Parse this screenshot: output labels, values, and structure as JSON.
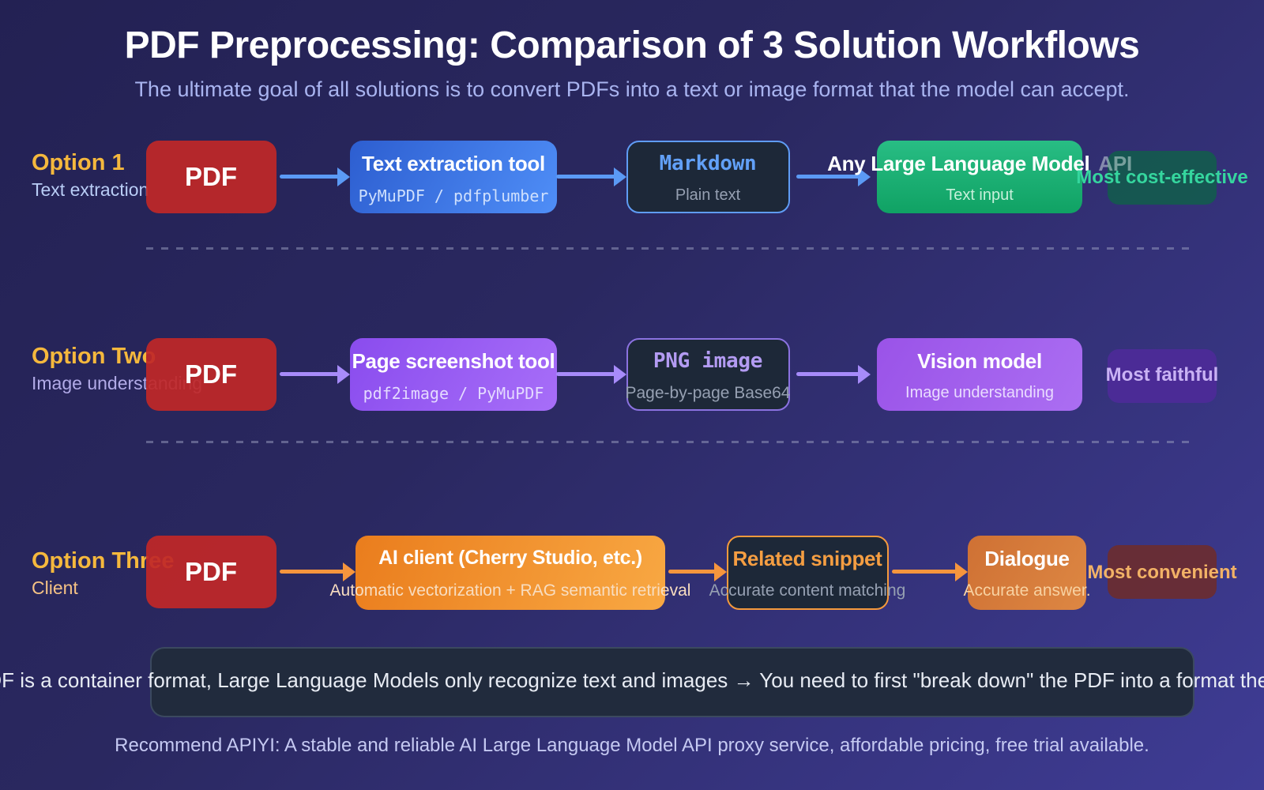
{
  "header": {
    "title": "PDF Preprocessing: Comparison of 3 Solution Workflows",
    "subtitle": "The ultimate goal of all solutions is to convert PDFs into a text or image format that the model can accept."
  },
  "rows": [
    {
      "option": "Option 1",
      "option_sub": "Text extraction",
      "pdf": "PDF",
      "tool_title": "Text extraction tool",
      "tool_sub": "PyMuPDF / pdfplumber",
      "mid_title": "Markdown",
      "mid_sub": "Plain text",
      "end_title": "Any Large Language Model",
      "end_title_dim": "API",
      "end_sub": "Text input",
      "badge": "Most cost-effective"
    },
    {
      "option": "Option Two",
      "option_sub": "Image understanding",
      "pdf": "PDF",
      "tool_title": "Page screenshot tool",
      "tool_sub": "pdf2image / PyMuPDF",
      "mid_title": "PNG image",
      "mid_sub": "Page-by-page Base64",
      "end_title": "Vision model",
      "end_sub": "Image understanding",
      "badge": "Most faithful"
    },
    {
      "option": "Option Three",
      "option_sub": "Client",
      "pdf": "PDF",
      "tool_title": "AI client (Cherry Studio, etc.)",
      "tool_sub": "Automatic vectorization + RAG semantic retrieval",
      "mid_title": "Related snippet",
      "mid_sub": "Accurate content matching",
      "end_title": "Dialogue",
      "end_sub": "Accurate answer.",
      "badge": "Most convenient"
    }
  ],
  "note": "PDF is a container format, Large Language Models only recognize text and images → You need to first \"break down\" the PDF into a format the model can accept.",
  "footer": "Recommend APIYI: A stable and reliable AI Large Language Model API proxy service, affordable pricing, free trial available.",
  "colors": {
    "row1_accent": "#5b9af5",
    "row2_accent": "#a78bfa",
    "row3_accent": "#f6953d",
    "badge1_text": "#35d69e",
    "badge2_text": "#c9b2f4",
    "badge3_text": "#f2b266",
    "option_gold": "#f5b83d"
  }
}
